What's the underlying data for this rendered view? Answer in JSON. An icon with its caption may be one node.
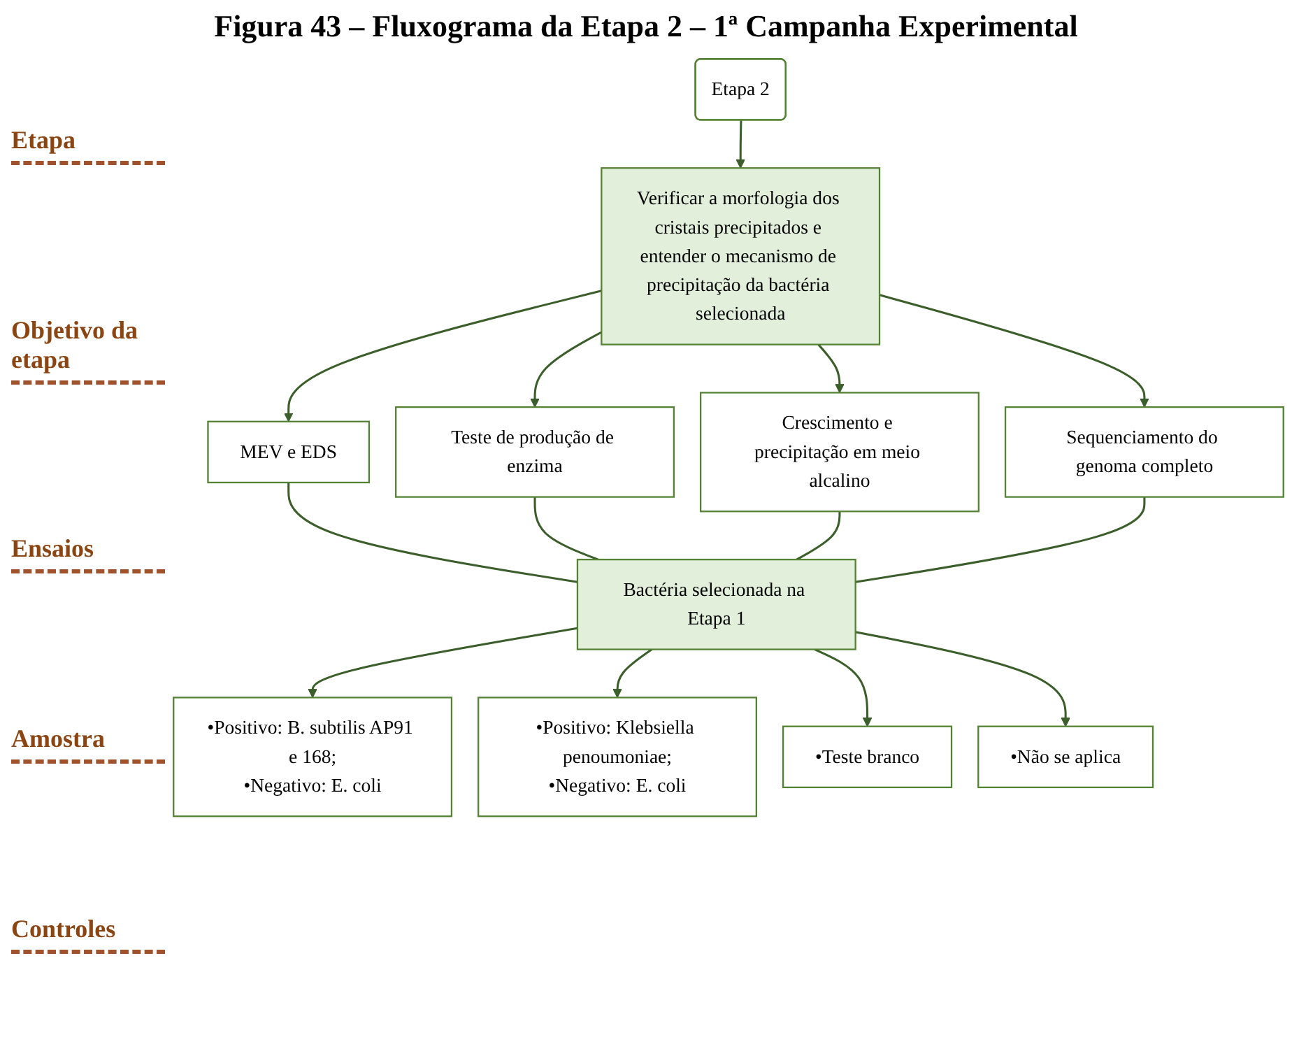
{
  "diagram": {
    "title": "Figura 43 – Fluxograma da Etapa 2 – 1ª Campanha Experimental",
    "nodes": [
      {
        "text": [
          "Etapa 2"
        ]
      },
      {
        "text": [
          "Verificar a morfologia dos cristais precipitados e entender o mecanismo de precipitação da bactéria selecionada"
        ]
      },
      {
        "text": [
          "MEV e EDS"
        ]
      },
      {
        "text": [
          "Teste de produção de enzima"
        ]
      },
      {
        "text": [
          "Crescimento e precipitação em meio alcalino"
        ]
      },
      {
        "text": [
          "Sequenciamento do genoma completo"
        ]
      },
      {
        "text": [
          "Bactéria selecionada na Etapa 1"
        ]
      },
      {
        "text": [
          "•Positivo: B. subtilis AP91 e 168;",
          "•Negativo: E. coli"
        ]
      },
      {
        "text": [
          "•Positivo: Klebsiella penoumoniae;",
          "•Negativo: E. coli"
        ]
      },
      {
        "text": [
          "•Teste branco"
        ]
      },
      {
        "text": [
          "•Não se aplica"
        ]
      }
    ],
    "edges": [
      {
        "from": 0,
        "to": 1,
        "arrow": "to"
      },
      {
        "from": 1,
        "to": 2,
        "arrow": "to"
      },
      {
        "from": 1,
        "to": 3,
        "arrow": "to"
      },
      {
        "from": 1,
        "to": 4,
        "arrow": "to"
      },
      {
        "from": 1,
        "to": 5,
        "arrow": "to"
      },
      {
        "from": 2,
        "to": 6,
        "arrow": "none"
      },
      {
        "from": 3,
        "to": 6,
        "arrow": "none"
      },
      {
        "from": 4,
        "to": 6,
        "arrow": "none"
      },
      {
        "from": 5,
        "to": 6,
        "arrow": "none"
      },
      {
        "from": 6,
        "to": 7,
        "arrow": "to"
      },
      {
        "from": 6,
        "to": 8,
        "arrow": "to"
      },
      {
        "from": 6,
        "to": 9,
        "arrow": "to"
      },
      {
        "from": 6,
        "to": 10,
        "arrow": "to"
      }
    ],
    "labels": [
      "Etapa",
      "Objetivo da etapa",
      "Ensaios",
      "Amostra",
      "Controles"
    ]
  }
}
